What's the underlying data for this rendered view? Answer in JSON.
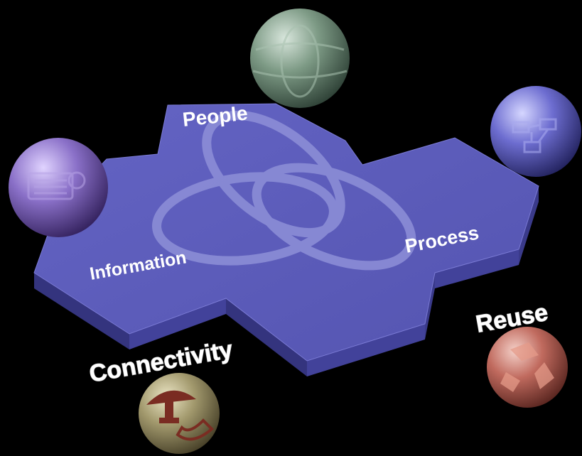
{
  "platform_labels": {
    "people": "People",
    "information": "Information",
    "process": "Process"
  },
  "outer_labels": {
    "connectivity": "Connectivity",
    "reuse": "Reuse"
  },
  "colors": {
    "background": "#000000",
    "platform_top": "#5c5cba",
    "platform_side": "#3d3d8c",
    "ring": "#8e90d8",
    "sphere_green": "#7d9a85",
    "sphere_blue": "#6d6dd0",
    "sphere_purple": "#8a70c8",
    "sphere_red": "#c06a5e",
    "sphere_olive": "#a39a6e"
  },
  "spheres": [
    {
      "name": "globe",
      "icon": "globe-icon"
    },
    {
      "name": "network",
      "icon": "network-icon"
    },
    {
      "name": "keyboard",
      "icon": "keyboard-icon"
    },
    {
      "name": "recycle",
      "icon": "recycle-icon"
    },
    {
      "name": "plug",
      "icon": "plug-icon"
    }
  ]
}
